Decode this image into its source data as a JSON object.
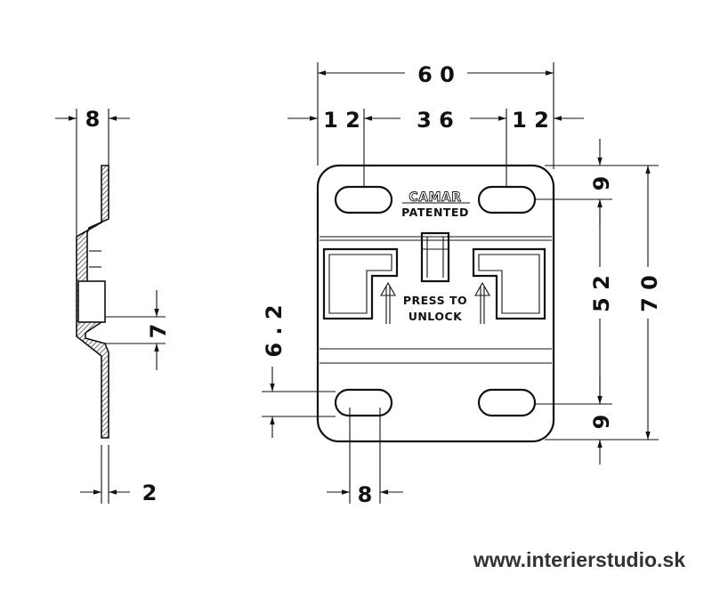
{
  "dimensions": {
    "overall_width": "6 0",
    "left_margin": "1 2",
    "center_spacing": "3 6",
    "right_margin": "1 2",
    "top_offset": "9",
    "hole_spacing": "5 2",
    "overall_height": "7 0",
    "bottom_offset": "9",
    "side_height": "6 . 2",
    "slot_width": "8",
    "profile_depth": "8",
    "profile_step": "7",
    "material_thickness": "2"
  },
  "plate": {
    "brand": "CAMAR",
    "patented": "PATENTED",
    "instruction_line1": "PRESS TO",
    "instruction_line2": "UNLOCK"
  },
  "footer": {
    "website": "www.interierstudio.sk"
  }
}
